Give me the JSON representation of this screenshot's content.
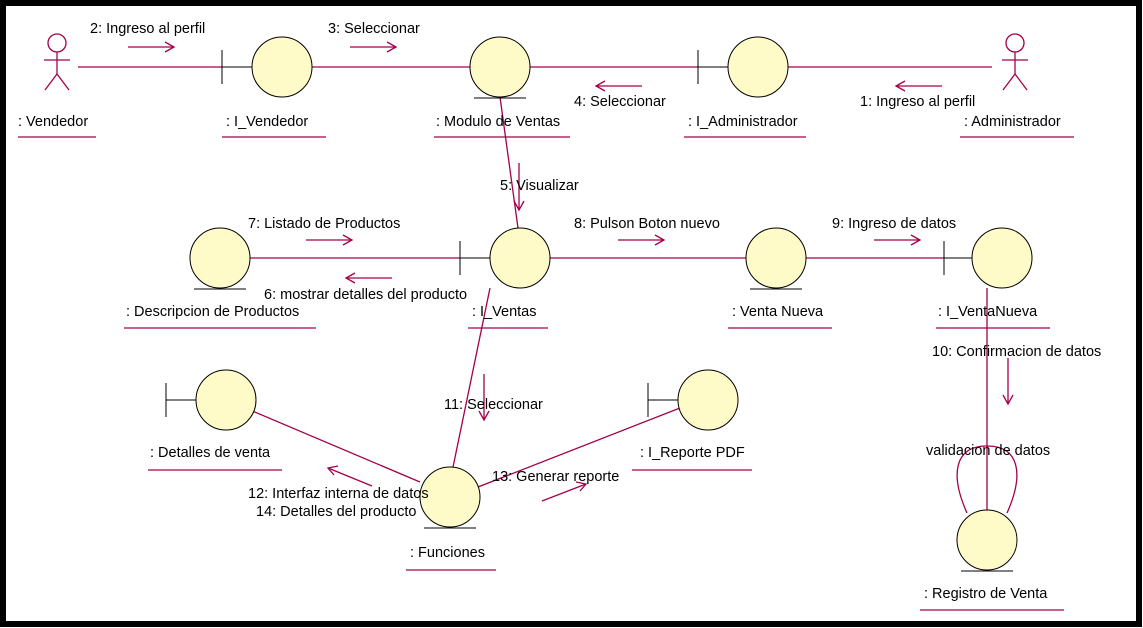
{
  "colors": {
    "line": "#a3004a",
    "node_fill": "#fffbc8",
    "node_stroke": "#000000",
    "frame": "#000000"
  },
  "actors": {
    "vendedor": ": Vendedor",
    "administrador": ": Administrador"
  },
  "objects": {
    "i_vendedor": ": I_Vendedor",
    "modulo_ventas": ": Modulo de Ventas",
    "i_administrador": ": I_Administrador",
    "descripcion_productos": ": Descripcion de Productos",
    "i_ventas": ": I_Ventas",
    "venta_nueva": ": Venta Nueva",
    "i_ventanueva": ": I_VentaNueva",
    "detalles_venta": ": Detalles de venta",
    "i_reporte_pdf": ": I_Reporte PDF",
    "funciones": ": Funciones",
    "registro_venta": ": Registro de Venta"
  },
  "messages": {
    "m1": "1: Ingreso al perfil",
    "m2": "2: Ingreso al perfil",
    "m3": "3: Seleccionar",
    "m4": "4: Seleccionar",
    "m5": "5: Visualizar",
    "m6": "6: mostrar detalles del producto",
    "m7": "7: Listado de Productos",
    "m8": "8: Pulson Boton nuevo",
    "m9": "9: Ingreso de datos",
    "m10": "10: Confirmacion de datos",
    "m11": "11: Seleccionar",
    "m12": "12: Interfaz interna de datos",
    "m13": "13: Generar reporte",
    "m14": "14: Detalles del producto",
    "self_loop": "validacion de datos"
  }
}
